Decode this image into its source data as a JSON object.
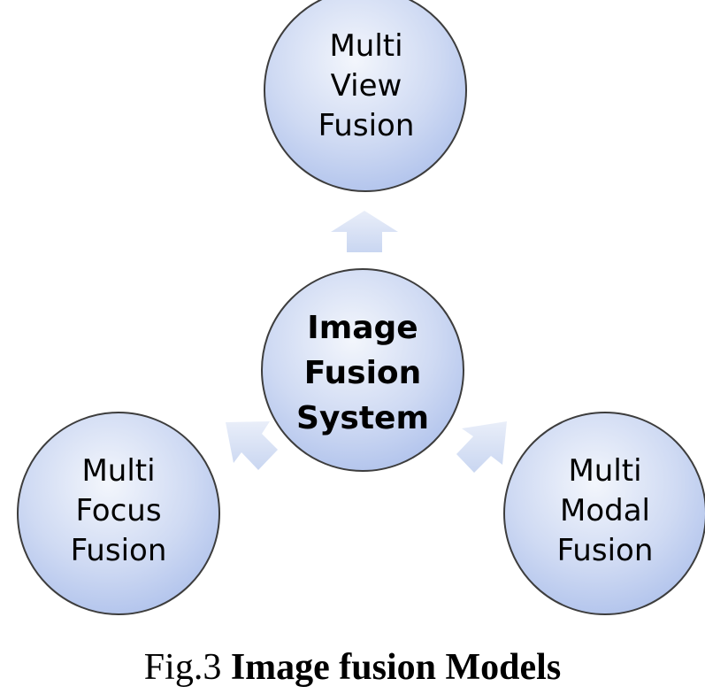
{
  "nodes": {
    "top": {
      "lines": [
        "Multi",
        "View",
        "Fusion"
      ]
    },
    "center": {
      "lines": [
        "Image",
        "Fusion",
        "System"
      ]
    },
    "left": {
      "lines": [
        "Multi",
        "Focus",
        "Fusion"
      ]
    },
    "right": {
      "lines": [
        "Multi",
        "Modal",
        "Fusion"
      ]
    }
  },
  "caption": {
    "prefix": "Fig.3",
    "title": "Image fusion Models"
  },
  "colors": {
    "circle_light": "#eef2fb",
    "circle_dark": "#a9bdea",
    "circle_stroke": "#3d3d3d",
    "arrow_fill": "#dbe4f6"
  }
}
